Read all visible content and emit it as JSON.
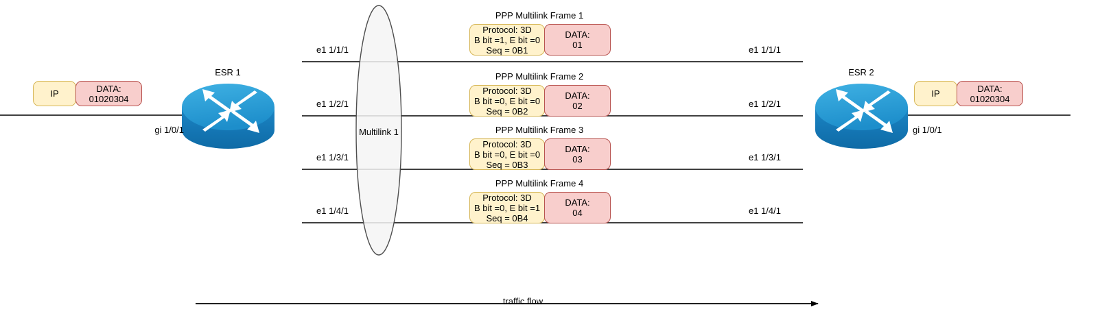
{
  "diagram": {
    "title_left_router": "ESR 1",
    "title_right_router": "ESR 2",
    "multilink_label": "Multilink 1",
    "traffic_flow_label": "traffic flow",
    "colors": {
      "header_fill": "#fff2cc",
      "header_stroke": "#d6b656",
      "data_fill": "#f8cecc",
      "data_stroke": "#b85450",
      "router_body": "#1a7bbd",
      "router_top": "#2e9fd9",
      "cloud_fill": "#f5f5f5",
      "cloud_stroke": "#4d4d4d",
      "line": "#000000"
    }
  },
  "left_endpoint": {
    "interface_label": "gi 1/0/1",
    "packet": {
      "header_label": "IP",
      "data_label": "DATA:",
      "data_value": "01020304"
    }
  },
  "right_endpoint": {
    "interface_label": "gi 1/0/1",
    "packet": {
      "header_label": "IP",
      "data_label": "DATA:",
      "data_value": "01020304"
    }
  },
  "links": [
    {
      "left_interface": "e1 1/1/1",
      "right_interface": "e1 1/1/1",
      "frame_title": "PPP Multilink Frame 1",
      "header": {
        "protocol": "Protocol: 3D",
        "bits": "B bit =1, E bit =0",
        "seq": "Seq = 0B1"
      },
      "data": {
        "label": "DATA:",
        "value": "01"
      }
    },
    {
      "left_interface": "e1 1/2/1",
      "right_interface": "e1 1/2/1",
      "frame_title": "PPP Multilink Frame 2",
      "header": {
        "protocol": "Protocol: 3D",
        "bits": "B bit =0, E bit =0",
        "seq": "Seq = 0B2"
      },
      "data": {
        "label": "DATA:",
        "value": "02"
      }
    },
    {
      "left_interface": "e1 1/3/1",
      "right_interface": "e1 1/3/1",
      "frame_title": "PPP Multilink Frame 3",
      "header": {
        "protocol": "Protocol: 3D",
        "bits": "B bit =0, E bit =0",
        "seq": "Seq = 0B3"
      },
      "data": {
        "label": "DATA:",
        "value": "03"
      }
    },
    {
      "left_interface": "e1 1/4/1",
      "right_interface": "e1 1/4/1",
      "frame_title": "PPP Multilink Frame 4",
      "header": {
        "protocol": "Protocol: 3D",
        "bits": "B bit =0, E bit =1",
        "seq": "Seq = 0B4"
      },
      "data": {
        "label": "DATA:",
        "value": "04"
      }
    }
  ]
}
